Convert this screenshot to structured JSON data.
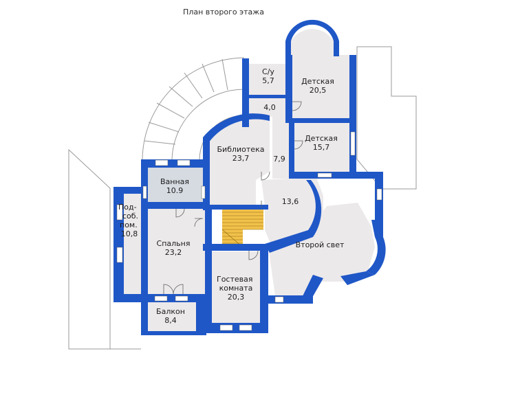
{
  "title": "План второго этажа",
  "rooms": [
    {
      "id": "su",
      "name": "С/у",
      "area": "5,7"
    },
    {
      "id": "hall40",
      "name": "",
      "area": "4,0"
    },
    {
      "id": "kids1",
      "name": "Детская",
      "area": "20,5"
    },
    {
      "id": "kids2",
      "name": "Детская",
      "area": "15,7"
    },
    {
      "id": "library",
      "name": "Библиотека",
      "area": "23,7"
    },
    {
      "id": "corr79",
      "name": "",
      "area": "7,9"
    },
    {
      "id": "hall136",
      "name": "",
      "area": "13,6"
    },
    {
      "id": "bath",
      "name": "Ванная",
      "area": "10.9"
    },
    {
      "id": "utility",
      "name": "Под-\nсоб.\nпом.",
      "area": "10,8"
    },
    {
      "id": "bedroom",
      "name": "Спальня",
      "area": "23,2"
    },
    {
      "id": "second_light",
      "name": "Второй свет",
      "area": ""
    },
    {
      "id": "guest",
      "name": "Гостевая\nкомната",
      "area": "20,3"
    },
    {
      "id": "balcony",
      "name": "Балкон",
      "area": "8,4"
    }
  ],
  "colors": {
    "wall": "#1f57c7",
    "room": "#ece9ea",
    "bath": "#d6dbe2",
    "stair": "#f2c14a",
    "outline": "#9a9a9a"
  }
}
